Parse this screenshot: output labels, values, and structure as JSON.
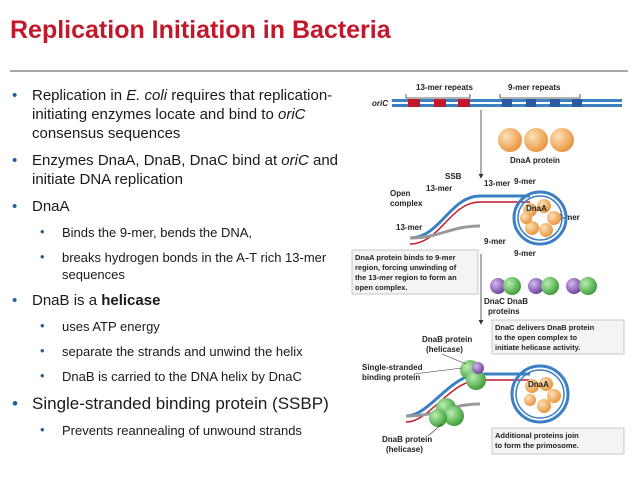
{
  "title": "Replication Initiation in Bacteria",
  "bullets": [
    {
      "pre": "Replication in ",
      "em": "E. coli",
      "post": " requires that replication-initiating enzymes locate and bind to ",
      "em2": "oriC",
      "post2": " consensus sequences"
    },
    {
      "pre": "Enzymes DnaA, DnaB, DnaC bind at ",
      "em": "oriC",
      "post": " and initiate DNA replication"
    },
    {
      "text": "DnaA"
    },
    {
      "text": "Binds the 9-mer, bends the DNA,"
    },
    {
      "text": "breaks hydrogen bonds in the A-T rich 13-mer sequences"
    },
    {
      "pre": "DnaB is a ",
      "strong": "helicase"
    },
    {
      "text": "uses ATP energy"
    },
    {
      "text": "separate the strands and unwind the helix"
    },
    {
      "text": "DnaB is carried to the DNA helix by DnaC"
    },
    {
      "text": "Single-stranded binding protein (SSBP)"
    },
    {
      "text": "Prevents reannealing of unwound strands"
    }
  ],
  "figure": {
    "label_13mer_repeats": "13-mer repeats",
    "label_9mer_repeats": "9-mer repeats",
    "label_oriC": "oriC",
    "label_dnaa_protein": "DnaA protein",
    "label_ssb": "SSB",
    "label_open_complex_1": "Open",
    "label_open_complex_2": "complex",
    "label_13mer": "13-mer",
    "label_9mer": "9-mer",
    "label_dnaa": "DnaA",
    "caption_1_lines": [
      "DnaA protein binds to 9-mer",
      "region, forcing unwinding of",
      "the 13-mer region to form an",
      "open complex."
    ],
    "label_dnac_dnab_1": "DnaC DnaB",
    "label_dnac_dnab_2": "proteins",
    "caption_2_lines": [
      "DnaC delivers DnaB protein",
      "to the open complex to",
      "initiate helicase activity."
    ],
    "label_dnab_helicase_1": "DnaB protein",
    "label_dnab_helicase_2": "(helicase)",
    "label_ssbp_1": "Single-stranded",
    "label_ssbp_2": "binding protein",
    "caption_3_lines": [
      "Additional proteins join",
      "to form the primosome."
    ],
    "colors": {
      "accent": "#c2182b",
      "dna_blue": "#3b7fc4",
      "orange": "#f0a04a",
      "green": "#4fb84a",
      "purple": "#7b4fa8"
    }
  }
}
